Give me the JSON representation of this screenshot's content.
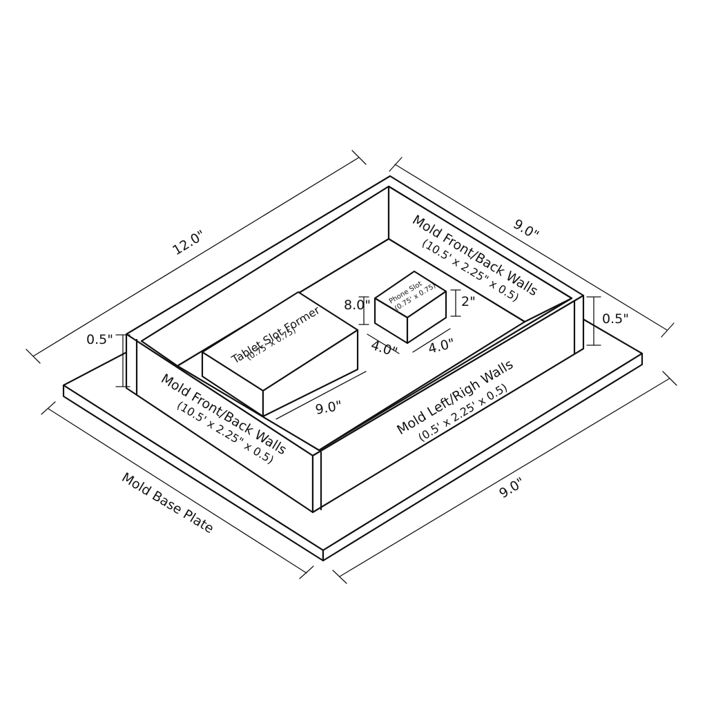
{
  "parts": {
    "base_plate": "Mold Base Plate",
    "front_back_wall_left": {
      "title": "Mold Front/Back Walls",
      "size": "(10.5' x 2.25\" x 0.5)"
    },
    "front_back_wall_back": {
      "title": "Mold Front/Back Walls",
      "size": "(10.5' x 2.25\" x 0.5)"
    },
    "left_right_wall": {
      "title": "Mold Left/Righ Walls",
      "size": "(0.5' x 2.25' x 0.5)"
    },
    "tablet_slot": {
      "title": "Tablet Slot Former",
      "size": "(0.75' x 0.75)"
    },
    "phone_slot": {
      "title": "Phone Slot",
      "size": "(0.75' x 0.75)"
    }
  },
  "dimensions": {
    "base_length": "12.0\"",
    "base_width_top": "9.0\"",
    "base_width_bottom": "9.0\"",
    "wall_thickness_left": "0.5\"",
    "wall_thickness_right": "0.5\"",
    "tablet_length": "9.0\"",
    "phone_height_left": "8.0\"",
    "phone_height_right": "2\"",
    "phone_width_left": "4.0\"",
    "phone_width_right": "4.0\""
  },
  "colors": {
    "line": "#111111",
    "background": "#ffffff"
  }
}
